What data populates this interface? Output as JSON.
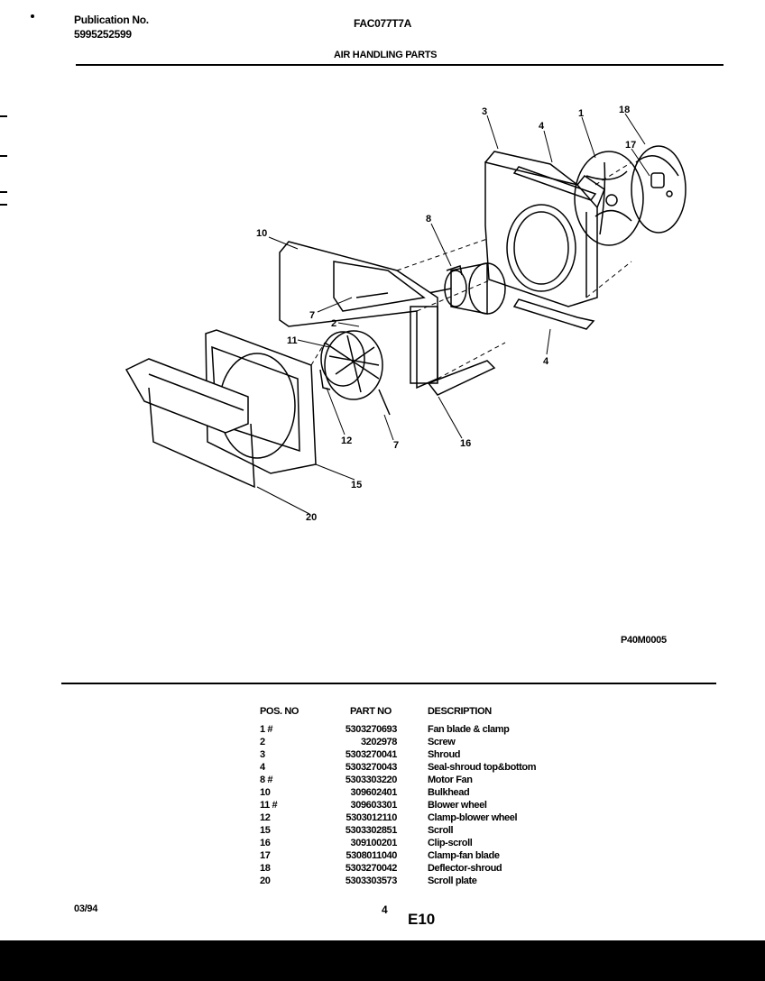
{
  "header": {
    "publication_label": "Publication No.",
    "publication_number": "5995252599",
    "model": "FAC077T7A",
    "section_title": "AIR HANDLING PARTS"
  },
  "diagram": {
    "callouts": [
      "3",
      "4",
      "1",
      "18",
      "17",
      "8",
      "10",
      "7",
      "2",
      "11",
      "12",
      "7",
      "16",
      "4",
      "15",
      "20"
    ],
    "figure_code": "P40M0005"
  },
  "parts_table": {
    "headers": {
      "pos": "POS. NO",
      "part": "PART NO",
      "desc": "DESCRIPTION"
    },
    "rows": [
      {
        "pos": "1 #",
        "part": "5303270693",
        "desc": "Fan blade & clamp"
      },
      {
        "pos": "2",
        "part": "3202978",
        "desc": "Screw"
      },
      {
        "pos": "3",
        "part": "5303270041",
        "desc": "Shroud"
      },
      {
        "pos": "4",
        "part": "5303270043",
        "desc": "Seal-shroud top&bottom"
      },
      {
        "pos": "8 #",
        "part": "5303303220",
        "desc": "Motor Fan"
      },
      {
        "pos": "10",
        "part": "309602401",
        "desc": "Bulkhead"
      },
      {
        "pos": "11 #",
        "part": "309603301",
        "desc": "Blower wheel"
      },
      {
        "pos": "12",
        "part": "5303012110",
        "desc": "Clamp-blower wheel"
      },
      {
        "pos": "15",
        "part": "5303302851",
        "desc": "Scroll"
      },
      {
        "pos": "16",
        "part": "309100201",
        "desc": "Clip-scroll"
      },
      {
        "pos": "17",
        "part": "5308011040",
        "desc": "Clamp-fan blade"
      },
      {
        "pos": "18",
        "part": "5303270042",
        "desc": "Deflector-shroud"
      },
      {
        "pos": "20",
        "part": "5303303573",
        "desc": "Scroll plate"
      }
    ]
  },
  "footer": {
    "date": "03/94",
    "page": "4",
    "code": "E10"
  }
}
